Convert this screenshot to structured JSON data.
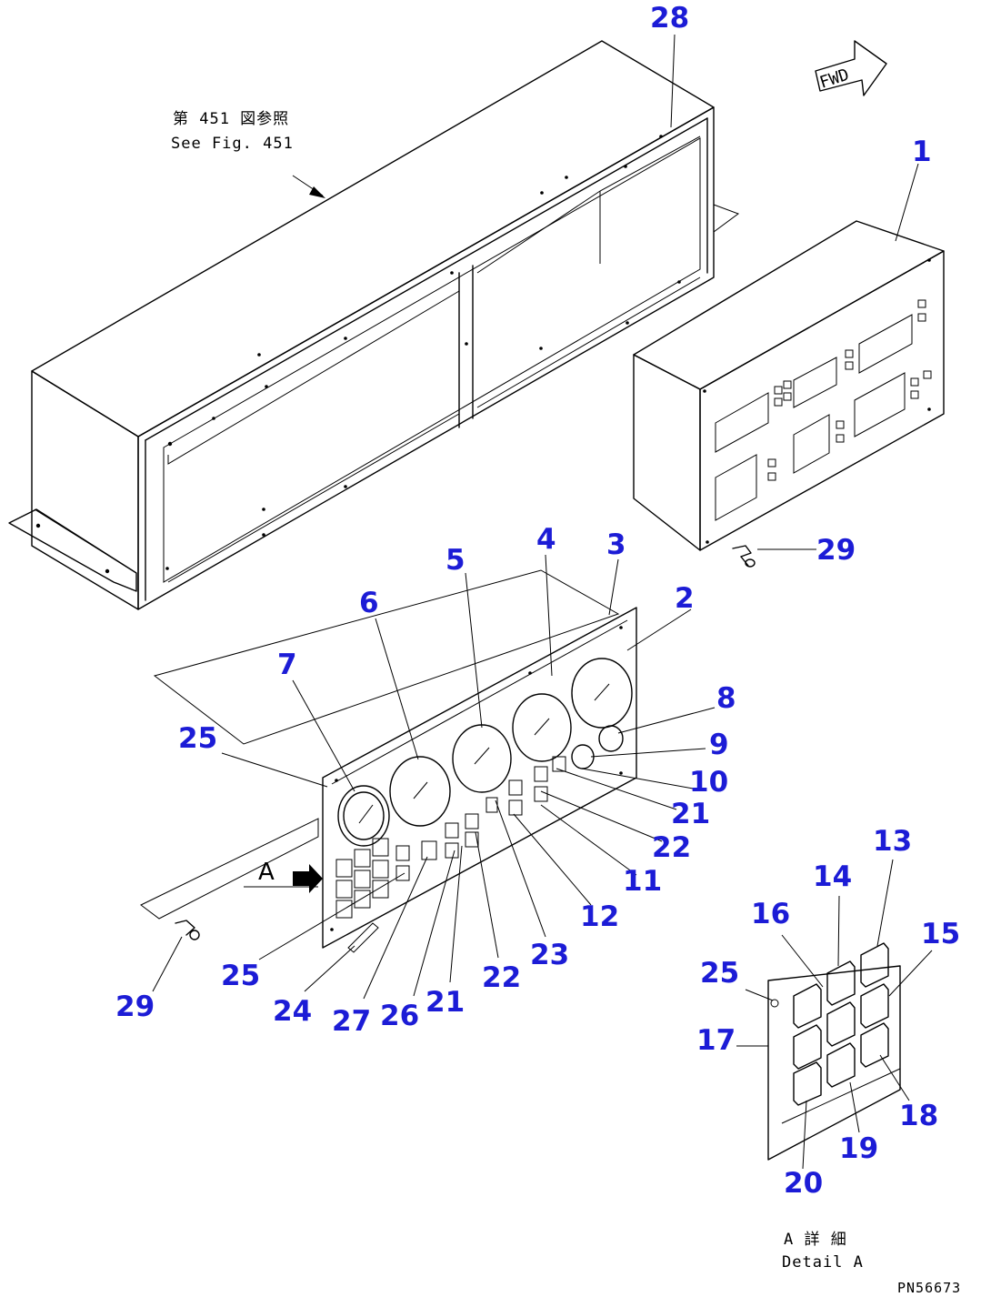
{
  "reference_note": {
    "japanese": "第 451 図参照",
    "english": "See Fig. 451"
  },
  "direction_label": "FWD",
  "detail_letter": "A",
  "detail_caption": {
    "japanese": "A 詳 細",
    "english": "Detail A"
  },
  "document_number": "PN56673",
  "callouts": [
    "28",
    "1",
    "29",
    "4",
    "3",
    "5",
    "2",
    "6",
    "7",
    "8",
    "9",
    "25",
    "10",
    "21",
    "22",
    "11",
    "12",
    "23",
    "22",
    "21",
    "26",
    "27",
    "24",
    "25",
    "29",
    "13",
    "14",
    "16",
    "15",
    "25",
    "17",
    "18",
    "19",
    "20"
  ]
}
